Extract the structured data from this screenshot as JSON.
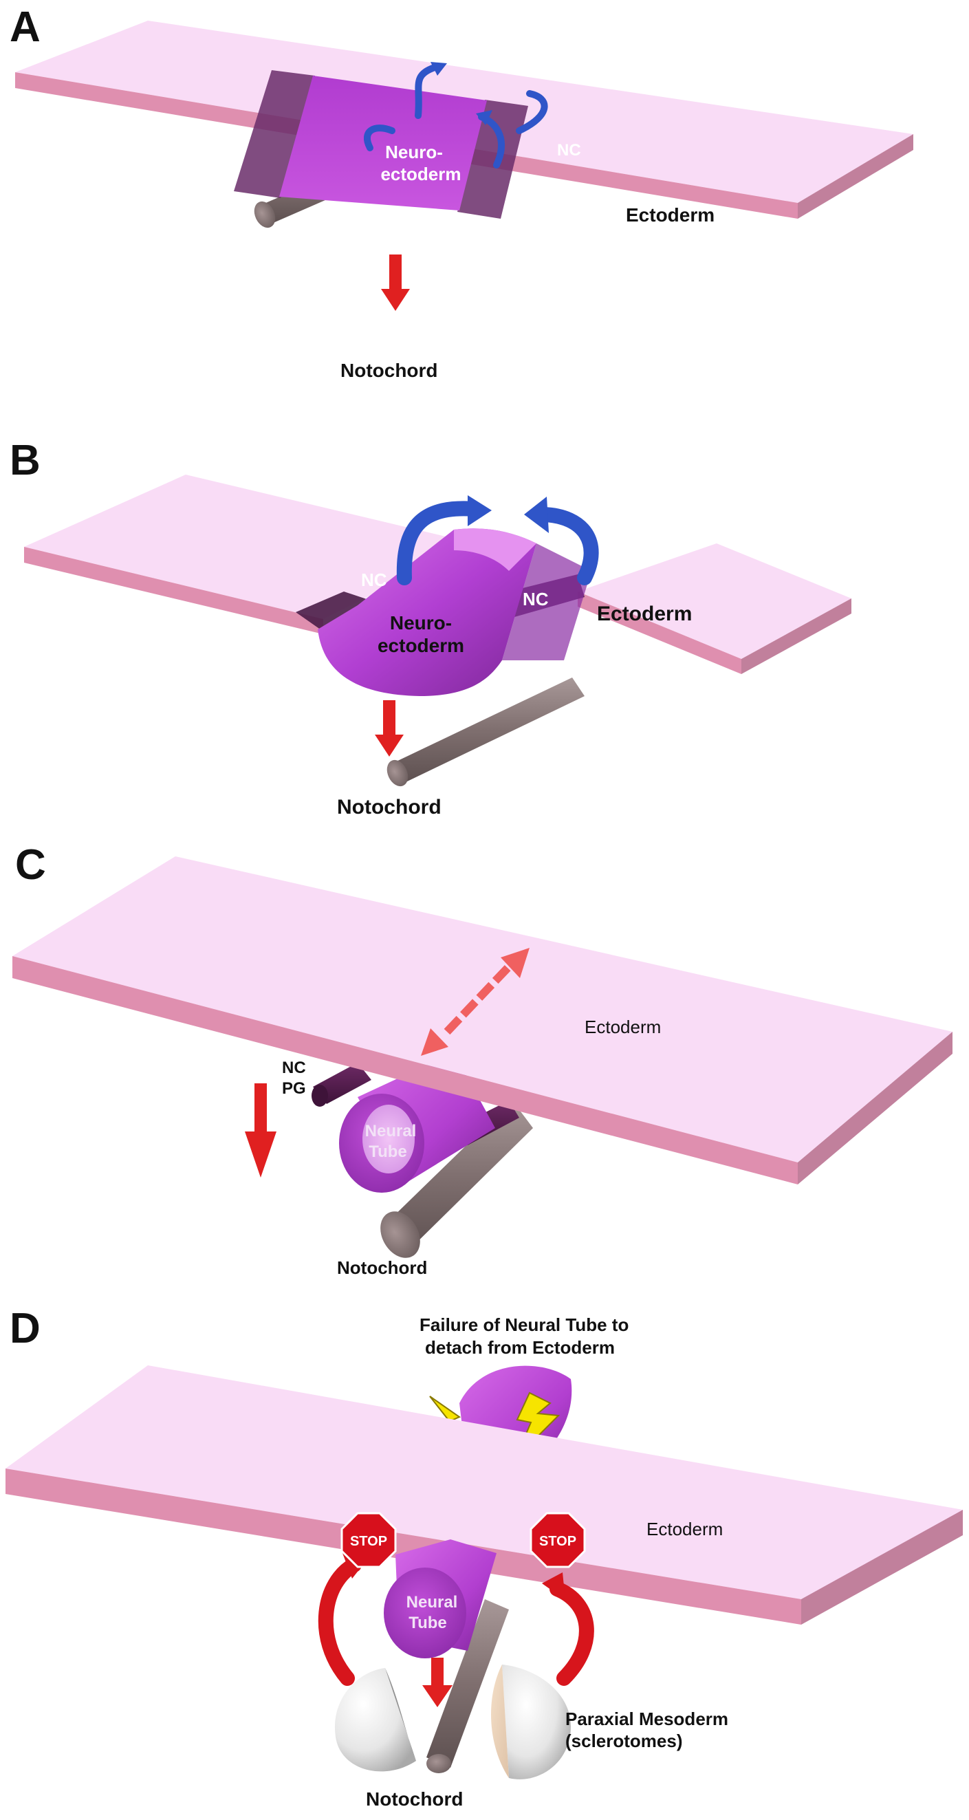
{
  "panels": {
    "a": {
      "letter": "A",
      "labels": {
        "neuroectoderm_line1": "Neuro-",
        "neuroectoderm_line2": "ectoderm",
        "nc": "NC",
        "ectoderm": "Ectoderm",
        "notochord": "Notochord"
      }
    },
    "b": {
      "letter": "B",
      "labels": {
        "nc_left": "NC",
        "nc_right": "NC",
        "neuroectoderm_line1": "Neuro-",
        "neuroectoderm_line2": "ectoderm",
        "ectoderm": "Ectoderm",
        "notochord": "Notochord"
      }
    },
    "c": {
      "letter": "C",
      "labels": {
        "ectoderm": "Ectoderm",
        "nc": "NC",
        "pg": "PG",
        "neural_tube_line1": "Neural",
        "neural_tube_line2": "Tube",
        "notochord": "Notochord"
      }
    },
    "d": {
      "letter": "D",
      "labels": {
        "failure_line1": "Failure of Neural Tube to",
        "failure_line2": "detach from Ectoderm",
        "ectoderm": "Ectoderm",
        "stop_left": "STOP",
        "stop_right": "STOP",
        "neural_tube_line1": "Neural",
        "neural_tube_line2": "Tube",
        "paraxial_line1": "Paraxial Mesoderm",
        "paraxial_line2": "(sclerotomes)",
        "notochord": "Notochord"
      }
    }
  },
  "colors": {
    "ectoderm_top": "#f9dcf6",
    "ectoderm_side": "#df8faf",
    "neuroectoderm": "#b640d2",
    "neural_crest": "#5a1e54",
    "notochord": "#8c7a7a",
    "morphogenetic_arrow": "#2f55c8",
    "movement_arrow": "#e02020",
    "stop_sign": "#d7101c",
    "lightning": "#f6e400",
    "sclerotome": "#e9e9e9"
  }
}
